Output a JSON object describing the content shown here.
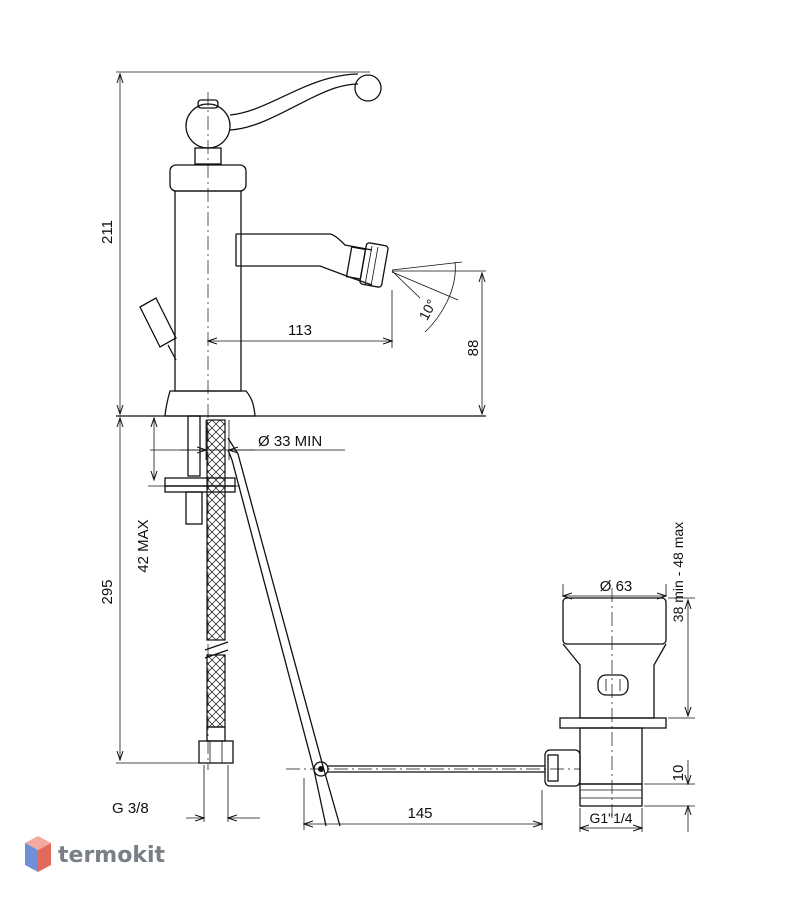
{
  "dimensions": {
    "height_total": "211",
    "spout_reach": "113",
    "spout_height": "88",
    "spray_angle": "10°",
    "hole_diameter": "Ø 33  MIN",
    "max_deck": "42 MAX",
    "hose_length": "295",
    "hose_thread": "G 3/8",
    "waste_diameter": "Ø 63",
    "waste_range": "38 min - 48 max",
    "waste_rod": "145",
    "waste_thread": "G1\"1/4",
    "waste_height": "10"
  },
  "logo": {
    "text": "termokit",
    "colors": {
      "top": "#f2a9a0",
      "left": "#6f8fd8",
      "right": "#e26a5c"
    }
  },
  "colors": {
    "ink": "#111111",
    "background": "#ffffff"
  }
}
